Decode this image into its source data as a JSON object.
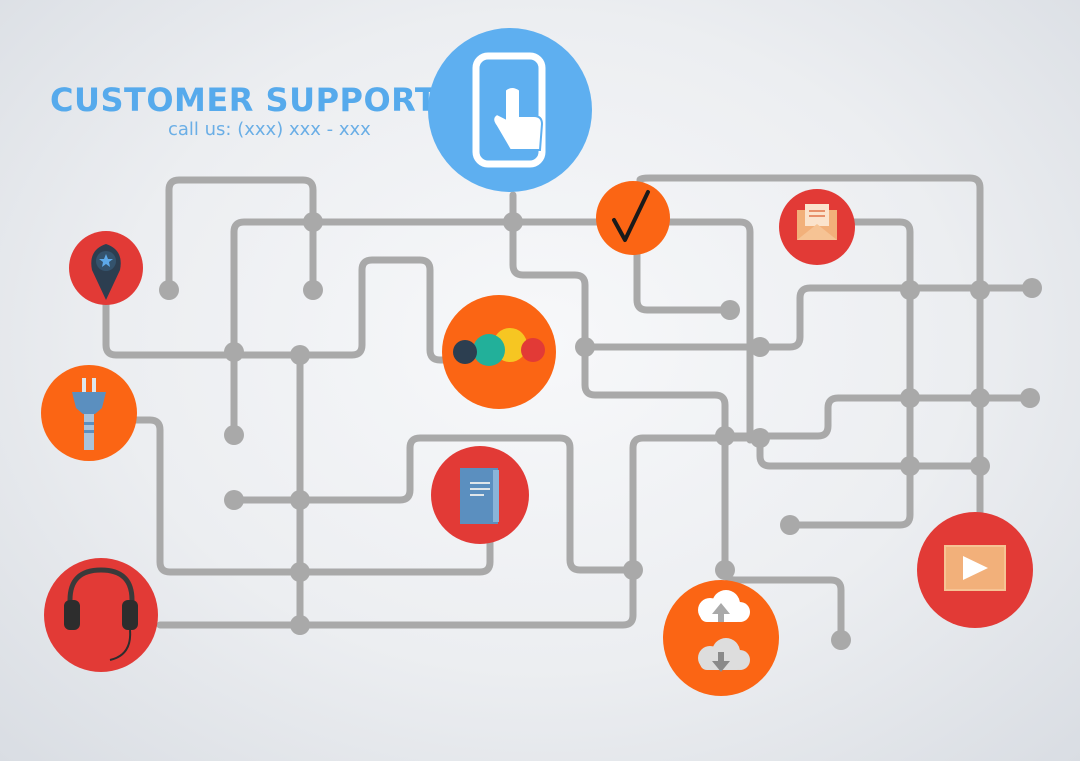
{
  "header": {
    "title": "CUSTOMER SUPPORT",
    "phone_text": "call us: (xxx) xxx - xxx"
  },
  "colors": {
    "title_blue": "#56aaec",
    "line_gray": "#a9a9a9",
    "red": "#e23a36",
    "orange": "#fb6514",
    "light_blue": "#5eaff0"
  },
  "icons": [
    {
      "name": "touch-screen-phone-icon",
      "color": "light_blue"
    },
    {
      "name": "checkmark-icon",
      "color": "orange"
    },
    {
      "name": "email-envelope-icon",
      "color": "red"
    },
    {
      "name": "location-pin-icon",
      "color": "red"
    },
    {
      "name": "chat-bubbles-icon",
      "color": "orange"
    },
    {
      "name": "power-plug-icon",
      "color": "orange"
    },
    {
      "name": "notebook-icon",
      "color": "red"
    },
    {
      "name": "headphones-icon",
      "color": "red"
    },
    {
      "name": "cloud-upload-download-icon",
      "color": "orange"
    },
    {
      "name": "video-play-icon",
      "color": "red"
    }
  ]
}
